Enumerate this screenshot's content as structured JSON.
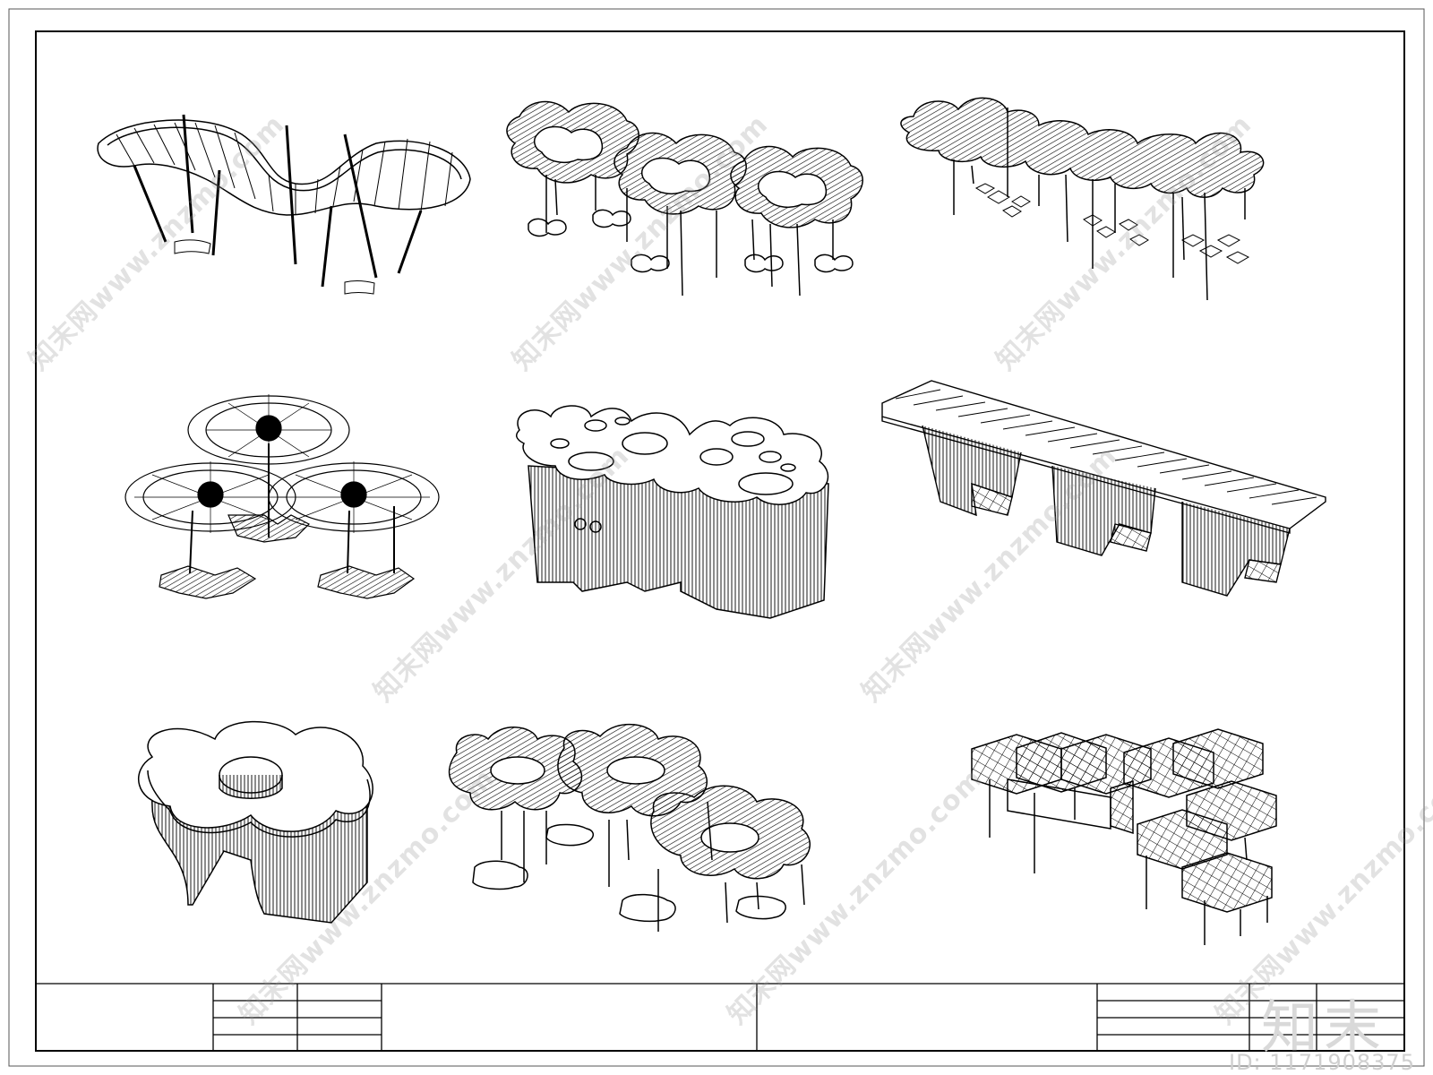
{
  "drawing": {
    "title_block": {
      "present": true
    },
    "watermark": {
      "text": "知末网www.znzmo.com"
    },
    "logo": {
      "text": "知末"
    },
    "id_label": {
      "text": "ID: 1171908375"
    },
    "panels": [
      {
        "icon": "s-curve-pergola-icon"
      },
      {
        "icon": "flower-canopy-with-stools-icon"
      },
      {
        "icon": "hatched-cloud-canopy-icon"
      },
      {
        "icon": "web-dome-pavilion-icon"
      },
      {
        "icon": "perforated-slat-pavilion-icon"
      },
      {
        "icon": "slatted-truss-walkway-icon"
      },
      {
        "icon": "ring-slat-kiosk-icon"
      },
      {
        "icon": "hatched-flower-canopy-icon"
      },
      {
        "icon": "hexagon-frame-structure-icon"
      }
    ],
    "colors": {
      "line": "#000000",
      "background": "#ffffff",
      "watermark": "#969696"
    }
  }
}
